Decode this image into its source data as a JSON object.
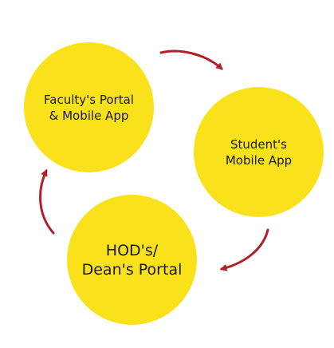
{
  "colors": {
    "node_fill": "#f9e21b",
    "arrow": "#b3202c",
    "text": "#1a1a1a",
    "background": "#ffffff"
  },
  "nodes": {
    "faculty": {
      "label": "Faculty's Portal\n& Mobile App"
    },
    "student": {
      "label": "Student's\nMobile App"
    },
    "hod": {
      "label": "HOD's/\nDean's Portal"
    }
  },
  "connections": [
    {
      "from": "faculty",
      "to": "student"
    },
    {
      "from": "student",
      "to": "hod"
    },
    {
      "from": "hod",
      "to": "faculty"
    }
  ]
}
